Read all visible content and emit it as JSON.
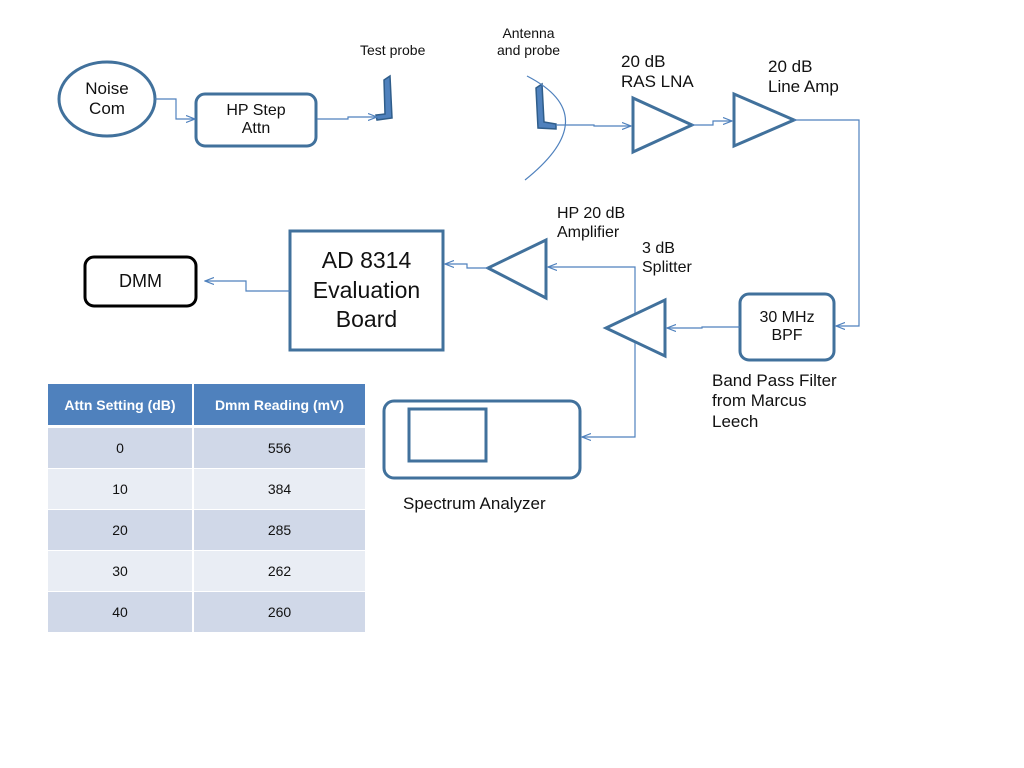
{
  "colors": {
    "stroke": "#41719c",
    "line": "#4f81bd",
    "table_header": "#4f81bd",
    "table_row_odd": "#d0d8e8",
    "table_row_even": "#e9edf4",
    "dmm_border": "#000000"
  },
  "blocks": {
    "noise_com": "Noise\nCom",
    "hp_step_attn": "HP Step\nAttn",
    "test_probe": "Test probe",
    "antenna_probe": "Antenna\nand probe",
    "ras_lna": "20 dB\nRAS LNA",
    "line_amp": "20 dB\nLine Amp",
    "bpf": "30 MHz\nBPF",
    "bpf_note": "Band Pass Filter\nfrom Marcus\nLeech",
    "splitter": "3 dB\nSplitter",
    "hp_amp": "HP 20 dB\nAmplifier",
    "ad8314": "AD 8314\nEvaluation\nBoard",
    "dmm": "DMM",
    "spectrum_analyzer": "Spectrum Analyzer"
  },
  "table": {
    "headers": [
      "Attn Setting (dB)",
      "Dmm Reading (mV)"
    ],
    "rows": [
      [
        "0",
        "556"
      ],
      [
        "10",
        "384"
      ],
      [
        "20",
        "285"
      ],
      [
        "30",
        "262"
      ],
      [
        "40",
        "260"
      ]
    ]
  }
}
